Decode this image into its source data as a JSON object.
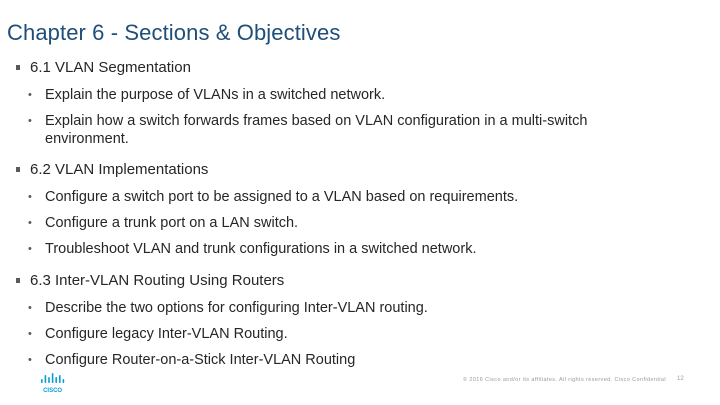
{
  "slide": {
    "title": "Chapter 6 - Sections & Objectives",
    "sections": [
      {
        "heading": "6.1 VLAN Segmentation",
        "items": [
          "Explain the purpose of VLANs in a switched network.",
          "Explain how a switch forwards frames based on VLAN configuration in a multi-switch environment."
        ]
      },
      {
        "heading": "6.2 VLAN Implementations",
        "items": [
          "Configure a switch port to be assigned to a VLAN based on requirements.",
          "Configure a trunk port on a LAN switch.",
          "Troubleshoot VLAN and trunk configurations in a switched network."
        ]
      },
      {
        "heading": "6.3 Inter-VLAN Routing Using Routers",
        "items": [
          "Describe the two options for configuring Inter-VLAN routing.",
          "Configure legacy Inter-VLAN Routing.",
          "Configure Router-on-a-Stick Inter-VLAN Routing"
        ]
      }
    ]
  },
  "footer": {
    "logo_icon": "cisco-logo",
    "logo_text": "CISCO",
    "copyright": "© 2016 Cisco and/or its affiliates. All rights reserved. Cisco Confidential",
    "page_number": "12"
  },
  "colors": {
    "title": "#1f4e79",
    "text": "#262626",
    "logo": "#049fd9",
    "footer_text": "#9a9a9a"
  }
}
